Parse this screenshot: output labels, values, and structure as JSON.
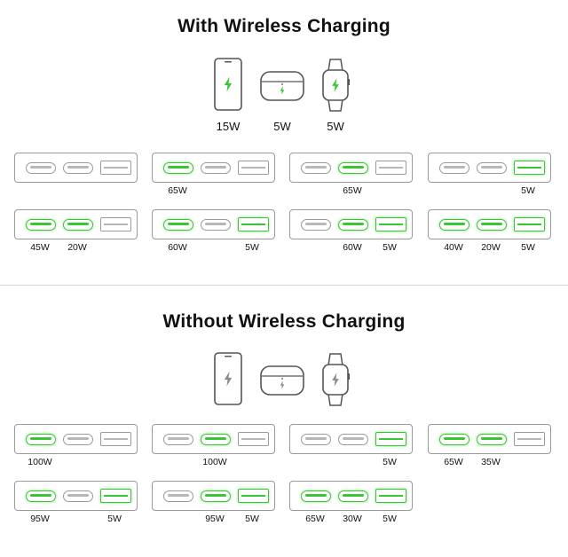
{
  "sections": [
    {
      "title": "With Wireless Charging",
      "devices": [
        {
          "icon": "phone-icon",
          "label": "15W",
          "active": true
        },
        {
          "icon": "earbuds-case-icon",
          "label": "5W",
          "active": true
        },
        {
          "icon": "watch-icon",
          "label": "5W",
          "active": true
        }
      ],
      "hubs": [
        {
          "ports": [
            "",
            "",
            ""
          ]
        },
        {
          "ports": [
            "65W",
            "",
            ""
          ]
        },
        {
          "ports": [
            "",
            "65W",
            ""
          ]
        },
        {
          "ports": [
            "",
            "",
            "5W"
          ]
        },
        {
          "ports": [
            "45W",
            "20W",
            ""
          ]
        },
        {
          "ports": [
            "60W",
            "",
            "5W"
          ]
        },
        {
          "ports": [
            "",
            "60W",
            "5W"
          ]
        },
        {
          "ports": [
            "40W",
            "20W",
            "5W"
          ]
        }
      ]
    },
    {
      "title": "Without Wireless Charging",
      "devices": [
        {
          "icon": "phone-icon",
          "label": "",
          "active": false
        },
        {
          "icon": "earbuds-case-icon",
          "label": "",
          "active": false
        },
        {
          "icon": "watch-icon",
          "label": "",
          "active": false
        }
      ],
      "hubs": [
        {
          "ports": [
            "100W",
            "",
            ""
          ]
        },
        {
          "ports": [
            "",
            "100W",
            ""
          ]
        },
        {
          "ports": [
            "",
            "",
            "5W"
          ]
        },
        {
          "ports": [
            "65W",
            "35W",
            ""
          ]
        },
        {
          "ports": [
            "95W",
            "",
            "5W"
          ]
        },
        {
          "ports": [
            "",
            "95W",
            "5W"
          ]
        },
        {
          "ports": [
            "65W",
            "30W",
            "5W"
          ]
        }
      ]
    }
  ],
  "colors": {
    "active": "#39c632",
    "inactive": "#9a9a9a",
    "inactive_bolt": "#8a8a8a"
  }
}
